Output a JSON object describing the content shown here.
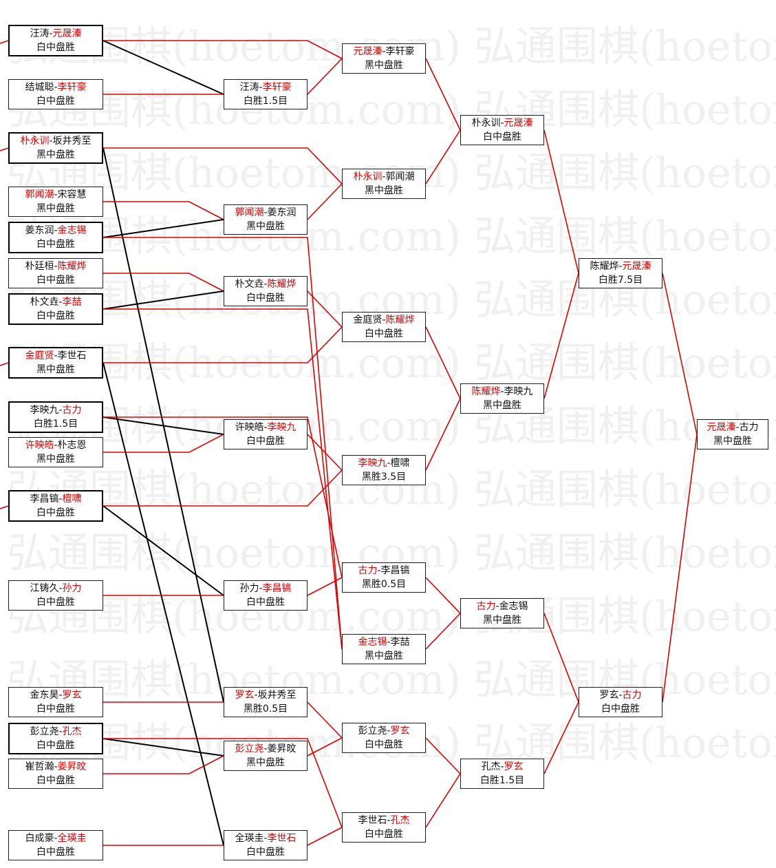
{
  "watermark": "弘通围棋(hoetom.com)",
  "colors": {
    "winner": "#e00000",
    "line_win": "#e00000",
    "line_other": "#000000"
  },
  "matches": [
    {
      "id": "r1_1",
      "p1": "汪涛",
      "p2": "元晟溱",
      "winner": "p2",
      "result": "白中盘胜",
      "thick": true
    },
    {
      "id": "r1_2",
      "p1": "结城聪",
      "p2": "李轩豪",
      "winner": "p2",
      "result": "白中盘胜",
      "thick": false
    },
    {
      "id": "r1_3",
      "p1": "朴永训",
      "p2": "坂井秀至",
      "winner": "p1",
      "result": "黑中盘胜",
      "thick": true
    },
    {
      "id": "r1_4",
      "p1": "郭闻潮",
      "p2": "宋容慧",
      "winner": "p1",
      "result": "黑中盘胜",
      "thick": false
    },
    {
      "id": "r1_5",
      "p1": "姜东润",
      "p2": "金志锡",
      "winner": "p2",
      "result": "白中盘胜",
      "thick": true
    },
    {
      "id": "r1_6",
      "p1": "朴廷桓",
      "p2": "陈耀烨",
      "winner": "p2",
      "result": "白中盘胜",
      "thick": false
    },
    {
      "id": "r1_7",
      "p1": "朴文垚",
      "p2": "李喆",
      "winner": "p2",
      "result": "白中盘胜",
      "thick": true
    },
    {
      "id": "r1_8",
      "p1": "金庭贤",
      "p2": "李世石",
      "winner": "p1",
      "result": "黑中盘胜",
      "thick": true
    },
    {
      "id": "r1_9",
      "p1": "李映九",
      "p2": "古力",
      "winner": "p2",
      "result": "白胜1.5目",
      "thick": true
    },
    {
      "id": "r1_10",
      "p1": "许映皓",
      "p2": "朴志恩",
      "winner": "p1",
      "result": "黑中盘胜",
      "thick": false
    },
    {
      "id": "r1_11",
      "p1": "李昌镐",
      "p2": "檀啸",
      "winner": "p2",
      "result": "白中盘胜",
      "thick": true
    },
    {
      "id": "r1_12",
      "p1": "江铸久",
      "p2": "孙力",
      "winner": "p2",
      "result": "白中盘胜",
      "thick": false
    },
    {
      "id": "r1_13",
      "p1": "金东昊",
      "p2": "罗玄",
      "winner": "p2",
      "result": "白中盘胜",
      "thick": false
    },
    {
      "id": "r1_14",
      "p1": "彭立尧",
      "p2": "孔杰",
      "winner": "p2",
      "result": "白中盘胜",
      "thick": true
    },
    {
      "id": "r1_15",
      "p1": "崔哲瀚",
      "p2": "姜昇旼",
      "winner": "p2",
      "result": "白中盘胜",
      "thick": false
    },
    {
      "id": "r1_16",
      "p1": "白成豪",
      "p2": "全瑛圭",
      "winner": "p2",
      "result": "白中盘胜",
      "thick": false
    },
    {
      "id": "r2_1",
      "p1": "汪涛",
      "p2": "李轩豪",
      "winner": "p2",
      "result": "白胜1.5目",
      "thick": false
    },
    {
      "id": "r2_2",
      "p1": "郭闻潮",
      "p2": "姜东润",
      "winner": "p1",
      "result": "黑中盘胜",
      "thick": false
    },
    {
      "id": "r2_3",
      "p1": "朴文垚",
      "p2": "陈耀烨",
      "winner": "p2",
      "result": "白中盘胜",
      "thick": false
    },
    {
      "id": "r2_4",
      "p1": "许映皓",
      "p2": "李映九",
      "winner": "p2",
      "result": "白中盘胜",
      "thick": false
    },
    {
      "id": "r2_5",
      "p1": "孙力",
      "p2": "李昌镐",
      "winner": "p2",
      "result": "白中盘胜",
      "thick": false
    },
    {
      "id": "r2_6",
      "p1": "罗玄",
      "p2": "坂井秀至",
      "winner": "p1",
      "result": "黑胜0.5目",
      "thick": false
    },
    {
      "id": "r2_7",
      "p1": "彭立尧",
      "p2": "姜昇旼",
      "winner": "p1",
      "result": "黑中盘胜",
      "thick": false
    },
    {
      "id": "r2_8",
      "p1": "全瑛圭",
      "p2": "李世石",
      "winner": "p2",
      "result": "白中盘胜",
      "thick": false
    },
    {
      "id": "r3_1",
      "p1": "元晟溱",
      "p2": "李轩豪",
      "winner": "p1",
      "result": "黑中盘胜",
      "thick": false
    },
    {
      "id": "r3_2",
      "p1": "朴永训",
      "p2": "郭闻潮",
      "winner": "p1",
      "result": "黑中盘胜",
      "thick": false
    },
    {
      "id": "r3_3",
      "p1": "金庭贤",
      "p2": "陈耀烨",
      "winner": "p2",
      "result": "白中盘胜",
      "thick": false
    },
    {
      "id": "r3_4",
      "p1": "李映九",
      "p2": "檀啸",
      "winner": "p1",
      "result": "黑胜3.5目",
      "thick": false
    },
    {
      "id": "r3_5",
      "p1": "古力",
      "p2": "李昌镐",
      "winner": "p1",
      "result": "黑胜0.5目",
      "thick": false
    },
    {
      "id": "r3_6",
      "p1": "金志锡",
      "p2": "李喆",
      "winner": "p1",
      "result": "黑中盘胜",
      "thick": false
    },
    {
      "id": "r3_7",
      "p1": "彭立尧",
      "p2": "罗玄",
      "winner": "p2",
      "result": "白中盘胜",
      "thick": false
    },
    {
      "id": "r3_8",
      "p1": "李世石",
      "p2": "孔杰",
      "winner": "p2",
      "result": "白中盘胜",
      "thick": false
    },
    {
      "id": "r4_1",
      "p1": "朴永训",
      "p2": "元晟溱",
      "winner": "p2",
      "result": "白中盘胜",
      "thick": false
    },
    {
      "id": "r4_2",
      "p1": "陈耀烨",
      "p2": "李映九",
      "winner": "p1",
      "result": "黑中盘胜",
      "thick": false
    },
    {
      "id": "r4_3",
      "p1": "古力",
      "p2": "金志锡",
      "winner": "p1",
      "result": "黑中盘胜",
      "thick": false
    },
    {
      "id": "r4_4",
      "p1": "孔杰",
      "p2": "罗玄",
      "winner": "p2",
      "result": "白胜1.5目",
      "thick": false
    },
    {
      "id": "r5_1",
      "p1": "陈耀烨",
      "p2": "元晟溱",
      "winner": "p2",
      "result": "白胜7.5目",
      "thick": false
    },
    {
      "id": "r5_2",
      "p1": "罗玄",
      "p2": "古力",
      "winner": "p2",
      "result": "白中盘胜",
      "thick": false
    },
    {
      "id": "r6_1",
      "p1": "元晟溱",
      "p2": "古力",
      "winner": "p1",
      "result": "黑中盘胜",
      "thick": false
    }
  ],
  "links": [
    {
      "from": "r1_1",
      "to": "r3_1",
      "win": true
    },
    {
      "from": "r1_1",
      "to": "r2_1",
      "win": false
    },
    {
      "from": "r1_2",
      "to": "r2_1",
      "win": true
    },
    {
      "from": "r1_3",
      "to": "r3_2",
      "win": true
    },
    {
      "from": "r1_3",
      "to": "r2_6",
      "win": false
    },
    {
      "from": "r1_4",
      "to": "r2_2",
      "win": true
    },
    {
      "from": "r1_5",
      "to": "r2_2",
      "win": false
    },
    {
      "from": "r1_5",
      "to": "r3_6",
      "win": true
    },
    {
      "from": "r1_6",
      "to": "r2_3",
      "win": true
    },
    {
      "from": "r1_7",
      "to": "r2_3",
      "win": false
    },
    {
      "from": "r1_7",
      "to": "r3_6",
      "win": true
    },
    {
      "from": "r1_8",
      "to": "r3_3",
      "win": true
    },
    {
      "from": "r1_8",
      "to": "r2_8",
      "win": false
    },
    {
      "from": "r1_9",
      "to": "r2_4",
      "win": false
    },
    {
      "from": "r1_9",
      "to": "r3_5",
      "win": true
    },
    {
      "from": "r1_10",
      "to": "r2_4",
      "win": true
    },
    {
      "from": "r1_11",
      "to": "r3_4",
      "win": true
    },
    {
      "from": "r1_11",
      "to": "r2_5",
      "win": false
    },
    {
      "from": "r1_12",
      "to": "r2_5",
      "win": true
    },
    {
      "from": "r1_13",
      "to": "r2_6",
      "win": true
    },
    {
      "from": "r1_14",
      "to": "r2_7",
      "win": false
    },
    {
      "from": "r1_14",
      "to": "r3_8",
      "win": true
    },
    {
      "from": "r1_15",
      "to": "r2_7",
      "win": true
    },
    {
      "from": "r1_16",
      "to": "r2_8",
      "win": true
    },
    {
      "from": "r2_1",
      "to": "r3_1",
      "win": true
    },
    {
      "from": "r2_2",
      "to": "r3_2",
      "win": true
    },
    {
      "from": "r2_3",
      "to": "r3_3",
      "win": true
    },
    {
      "from": "r2_4",
      "to": "r3_4",
      "win": true
    },
    {
      "from": "r2_5",
      "to": "r3_5",
      "win": true
    },
    {
      "from": "r2_6",
      "to": "r3_7",
      "win": true
    },
    {
      "from": "r2_7",
      "to": "r3_7",
      "win": true
    },
    {
      "from": "r2_8",
      "to": "r3_8",
      "win": true
    },
    {
      "from": "r3_1",
      "to": "r4_1",
      "win": true
    },
    {
      "from": "r3_2",
      "to": "r4_1",
      "win": true
    },
    {
      "from": "r3_3",
      "to": "r4_2",
      "win": true
    },
    {
      "from": "r3_4",
      "to": "r4_2",
      "win": true
    },
    {
      "from": "r3_5",
      "to": "r4_3",
      "win": true
    },
    {
      "from": "r3_6",
      "to": "r4_3",
      "win": true
    },
    {
      "from": "r3_7",
      "to": "r4_4",
      "win": true
    },
    {
      "from": "r3_8",
      "to": "r4_4",
      "win": true
    },
    {
      "from": "r4_1",
      "to": "r5_1",
      "win": true
    },
    {
      "from": "r4_2",
      "to": "r5_1",
      "win": true
    },
    {
      "from": "r4_3",
      "to": "r5_2",
      "win": true
    },
    {
      "from": "r4_4",
      "to": "r5_2",
      "win": true
    },
    {
      "from": "r5_1",
      "to": "r6_1",
      "win": true
    },
    {
      "from": "r5_2",
      "to": "r6_1",
      "win": true
    }
  ]
}
